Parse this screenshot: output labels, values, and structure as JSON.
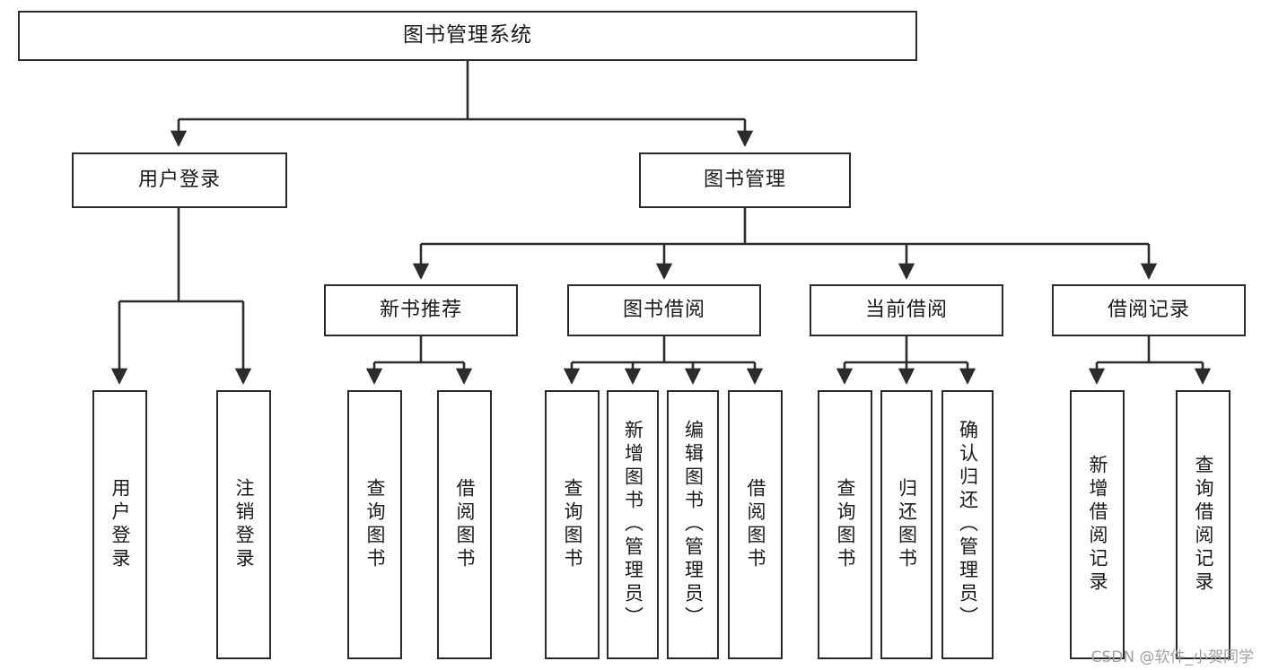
{
  "diagram": {
    "title": "图书管理系统",
    "type": "tree-hierarchy-diagram",
    "nodes": {
      "root": {
        "label": "图书管理系统"
      },
      "level2": [
        {
          "id": "user-login",
          "label": "用户登录"
        },
        {
          "id": "book-management",
          "label": "图书管理"
        }
      ],
      "level3": [
        {
          "id": "new-book-recommend",
          "label": "新书推荐"
        },
        {
          "id": "book-borrow",
          "label": "图书借阅"
        },
        {
          "id": "current-borrow",
          "label": "当前借阅"
        },
        {
          "id": "borrow-record",
          "label": "借阅记录"
        }
      ],
      "leaves": [
        {
          "id": "leaf-user-login",
          "label": "用户登录",
          "parent": "user-login"
        },
        {
          "id": "leaf-logout-login",
          "label": "注销登录",
          "parent": "user-login"
        },
        {
          "id": "leaf-query-book-1",
          "label": "查询图书",
          "parent": "new-book-recommend"
        },
        {
          "id": "leaf-borrow-book-1",
          "label": "借阅图书",
          "parent": "new-book-recommend"
        },
        {
          "id": "leaf-query-book-2",
          "label": "查询图书",
          "parent": "book-borrow"
        },
        {
          "id": "leaf-add-book",
          "label": "新增图书（管理员）",
          "parent": "book-borrow"
        },
        {
          "id": "leaf-edit-book",
          "label": "编辑图书（管理员）",
          "parent": "book-borrow"
        },
        {
          "id": "leaf-borrow-book-2",
          "label": "借阅图书",
          "parent": "book-borrow"
        },
        {
          "id": "leaf-query-book-3",
          "label": "查询图书",
          "parent": "current-borrow"
        },
        {
          "id": "leaf-return-book",
          "label": "归还图书",
          "parent": "current-borrow"
        },
        {
          "id": "leaf-confirm-return",
          "label": "确认归还（管理员）",
          "parent": "current-borrow"
        },
        {
          "id": "leaf-add-record",
          "label": "新增借阅记录",
          "parent": "borrow-record"
        },
        {
          "id": "leaf-query-record",
          "label": "查询借阅记录",
          "parent": "borrow-record"
        }
      ]
    },
    "colors": {
      "stroke": "#2b2b2b",
      "fill": "#ffffff",
      "text": "#1a1a1a",
      "watermark": "#9b9b9b"
    }
  },
  "watermark": {
    "text": "CSDN @软件_小贺同学"
  }
}
